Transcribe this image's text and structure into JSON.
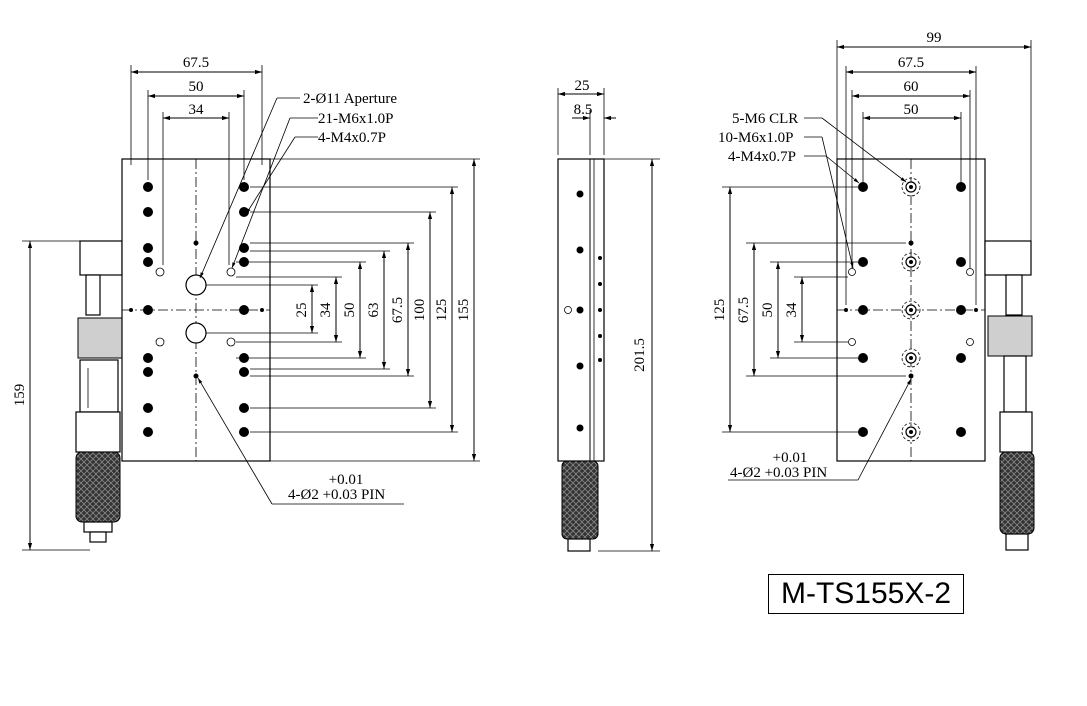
{
  "model_label": "M-TS155X-2",
  "front_view": {
    "dims_top": [
      "67.5",
      "50",
      "34"
    ],
    "dims_right": [
      "25",
      "34",
      "50",
      "63",
      "67.5",
      "100",
      "125",
      "155"
    ],
    "dim_left": "159",
    "callouts": [
      "2-Ø11 Aperture",
      "21-M6x1.0P",
      "4-M4x0.7P"
    ],
    "pin_tol": "+0.01",
    "pin_note": "4-Ø2 +0.03 PIN"
  },
  "side_view": {
    "dims_top": [
      "25",
      "8.5"
    ],
    "dim_right": "201.5"
  },
  "bottom_view": {
    "dims_top": [
      "99",
      "67.5",
      "60",
      "50"
    ],
    "dims_left": [
      "125",
      "67.5",
      "50",
      "34"
    ],
    "callouts": [
      "5-M6 CLR",
      "10-M6x1.0P",
      "4-M4x0.7P"
    ],
    "pin_tol": "+0.01",
    "pin_note": "4-Ø2 +0.03 PIN"
  }
}
